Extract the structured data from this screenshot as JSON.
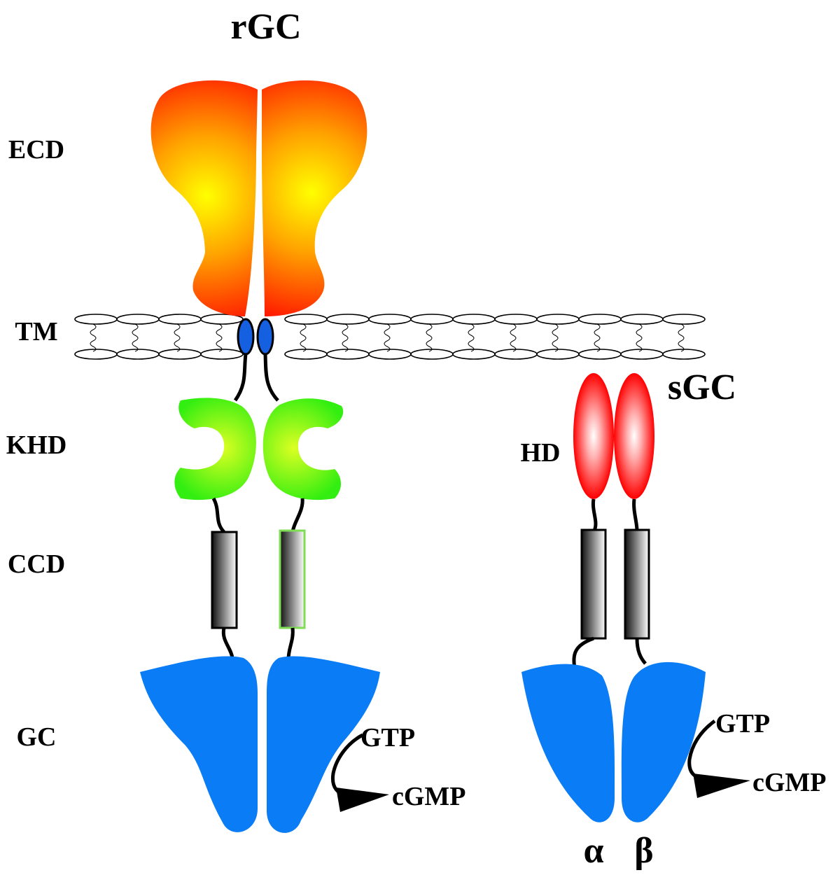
{
  "labels": {
    "rgc_title": "rGC",
    "sgc_title": "sGC",
    "ecd": "ECD",
    "tm": "TM",
    "khd": "KHD",
    "ccd": "CCD",
    "gc": "GC",
    "hd": "HD",
    "gtp_rgc": "GTP",
    "cgmp_rgc": "cGMP",
    "gtp_sgc": "GTP",
    "cgmp_sgc": "cGMP",
    "alpha": "α",
    "beta": "β"
  },
  "colors": {
    "ecd_outer": "#ff1a00",
    "ecd_core": "#ffff00",
    "khd_outer": "#33ee11",
    "khd_core": "#ddff33",
    "hd_outer": "#ff0000",
    "hd_core": "#ffffff",
    "ccd_dark": "#111111",
    "ccd_light": "#ffffff",
    "gc_blue": "#0a7cf5",
    "tm_helix_blue": "#1560e0",
    "membrane_stroke": "#000000"
  }
}
